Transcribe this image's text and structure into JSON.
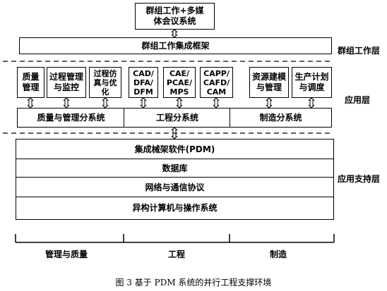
{
  "top_box": "群组工作+多媒\n体会议系统",
  "framework_box": "群组工作集成框架",
  "layers": {
    "group_work": "群组工作层",
    "application": "应用层",
    "support": "应用支持层"
  },
  "app_modules": [
    "质量\n管理",
    "过程管理\n与监控",
    "过程仿\n真与优\n化",
    "CAD/\nDFA/\nDFM",
    "CAE/\nPCAE/\nMPS",
    "CAPP/\nCAFD/\nCAM",
    "资源建模\n与管理",
    "生产计划\n与调度"
  ],
  "subsystems": [
    "质量与管理分系统",
    "工程分系统",
    "制造分系统"
  ],
  "support_layers": [
    "集成械架软件(PDM)",
    "数据库",
    "网络与通信协议",
    "异构计算机与操作系统"
  ],
  "bottom_labels": [
    "管理与质量",
    "工程",
    "制造"
  ],
  "caption": "图 3   基于 PDM 系统的并行工程支撑环境"
}
